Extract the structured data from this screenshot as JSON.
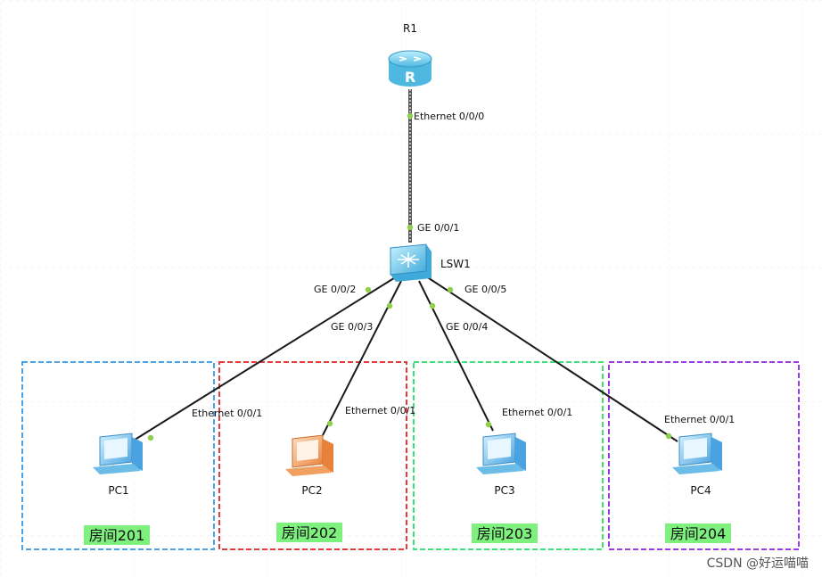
{
  "devices": {
    "router": {
      "label": "R1"
    },
    "switch": {
      "label": "LSW1"
    },
    "pcs": [
      {
        "label": "PC1"
      },
      {
        "label": "PC2"
      },
      {
        "label": "PC3"
      },
      {
        "label": "PC4"
      }
    ]
  },
  "ports": {
    "r1_eth": "Ethernet 0/0/0",
    "sw_ge1": "GE 0/0/1",
    "sw_ge2": "GE 0/0/2",
    "sw_ge3": "GE 0/0/3",
    "sw_ge4": "GE 0/0/4",
    "sw_ge5": "GE 0/0/5",
    "pc1_eth": "Ethernet 0/0/1",
    "pc2_eth": "Ethernet 0/0/1",
    "pc3_eth": "Ethernet 0/0/1",
    "pc4_eth": "Ethernet 0/0/1"
  },
  "rooms": [
    {
      "label": "房间201",
      "color": "#4aa3e8"
    },
    {
      "label": "房间202",
      "color": "#e83a3a"
    },
    {
      "label": "房间203",
      "color": "#3ee07a"
    },
    {
      "label": "房间204",
      "color": "#9b3ae8"
    }
  ],
  "colors": {
    "port_dot": "#8ed04a",
    "room_label_bg": "#7ef07e",
    "link": "#1a1a1a",
    "pc_blue": "#6bbde8",
    "pc_orange": "#f0a060",
    "device_blue": "#7fd3f0"
  },
  "watermark": "CSDN @好运喵喵"
}
